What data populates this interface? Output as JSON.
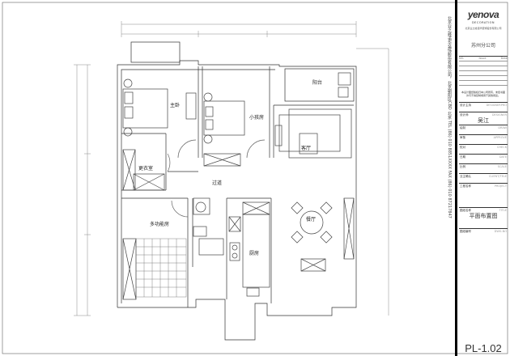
{
  "plan": {
    "rooms": {
      "master_bedroom": "主卧",
      "kids_room": "小孩房",
      "balcony": "阳台",
      "living_room": "客厅",
      "cloakroom": "更衣室",
      "corridor": "过道",
      "multi_room": "多功能房",
      "dining_room": "餐厅",
      "kitchen": "厨房"
    }
  },
  "title_block": {
    "company_vertical": "北京业之峰诺华装饰股份有限公司，北京朝阳区CBD 北京 TEL (86) 010 8851XXXX FAX (86) 010 87217847",
    "logo": "yenova",
    "logo_sub": "DECORATION",
    "company_cn": "北京业之峰诺华装饰股份有限公司",
    "branch": "苏州分公司",
    "issue_header": {
      "no": "NO.",
      "issue": "Issue",
      "date": "Date"
    },
    "note": "本设计图纸版权归本公司所有，未经书面许可不得复制或用于其他用途。",
    "rows": [
      {
        "label": "设计主持",
        "en": "DESIGNERPRO",
        "value": ""
      },
      {
        "label": "设计师",
        "en": "DESIGNER",
        "value": "吴江"
      },
      {
        "label": "绘制",
        "en": "DRAW",
        "value": ""
      },
      {
        "label": "审核",
        "en": "APPROVE",
        "value": ""
      },
      {
        "label": "校对",
        "en": "CHECK",
        "value": ""
      },
      {
        "label": "日期",
        "en": "DATE",
        "value": ""
      },
      {
        "label": "比例",
        "en": "SCALE",
        "value": ""
      },
      {
        "label": "业主确认",
        "en": "CLIENT/TELE",
        "value": ""
      },
      {
        "label": "工程名称",
        "en": "PROJECT",
        "value": ""
      },
      {
        "label": "图纸名称",
        "en": "TITLE",
        "value": "平面布置图"
      },
      {
        "label": "图纸编号",
        "en": "DWG.NO",
        "value": ""
      }
    ],
    "drawing_number": "PL-1.02"
  }
}
